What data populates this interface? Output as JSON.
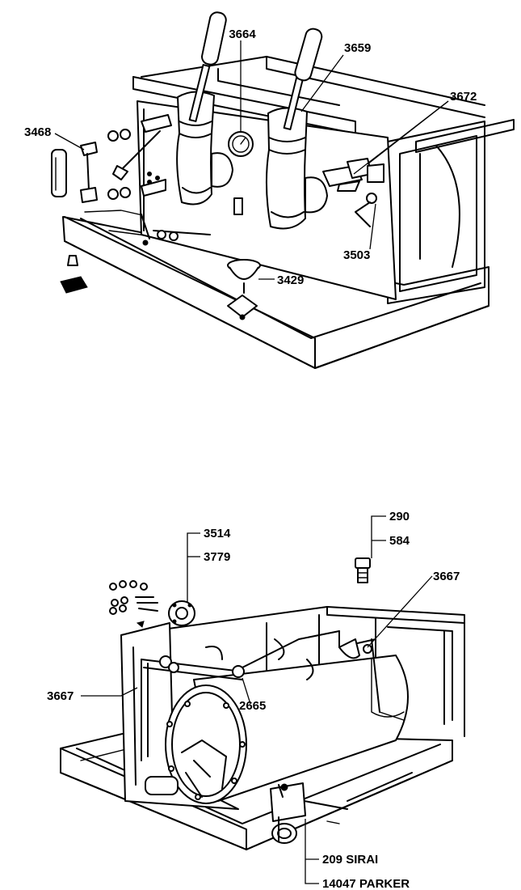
{
  "top_view": {
    "callouts": {
      "c3664": "3664",
      "c3659": "3659",
      "c3672": "3672",
      "c3468": "3468",
      "c3503": "3503",
      "c3429": "3429"
    }
  },
  "bottom_view": {
    "callouts": {
      "c3514": "3514",
      "c3779": "3779",
      "c290": "290",
      "c584": "584",
      "c3667_right": "3667",
      "c3667_left": "3667",
      "c2665": "2665",
      "c209": "209 SIRAI",
      "c14047": "14047 PARKER"
    }
  }
}
